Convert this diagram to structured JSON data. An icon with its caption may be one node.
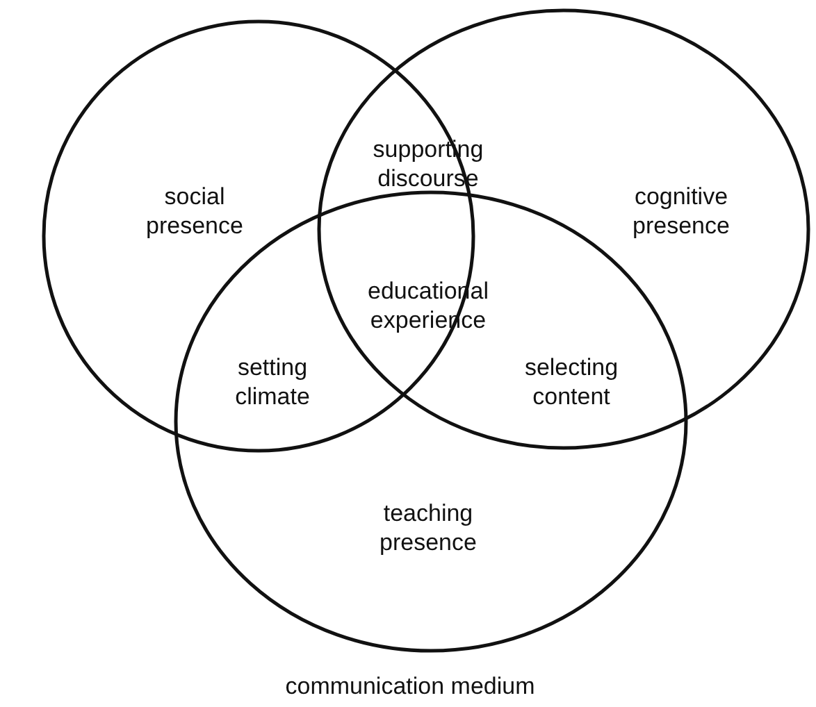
{
  "diagram": {
    "caption": "communication medium",
    "nodes": [
      {
        "text": [
          "social presence"
        ]
      },
      {
        "text": [
          "cognitive presence"
        ]
      },
      {
        "text": [
          "teaching presence"
        ]
      }
    ],
    "labels": [
      "supporting discourse",
      "educational experience",
      "setting climate",
      "selecting content"
    ]
  }
}
